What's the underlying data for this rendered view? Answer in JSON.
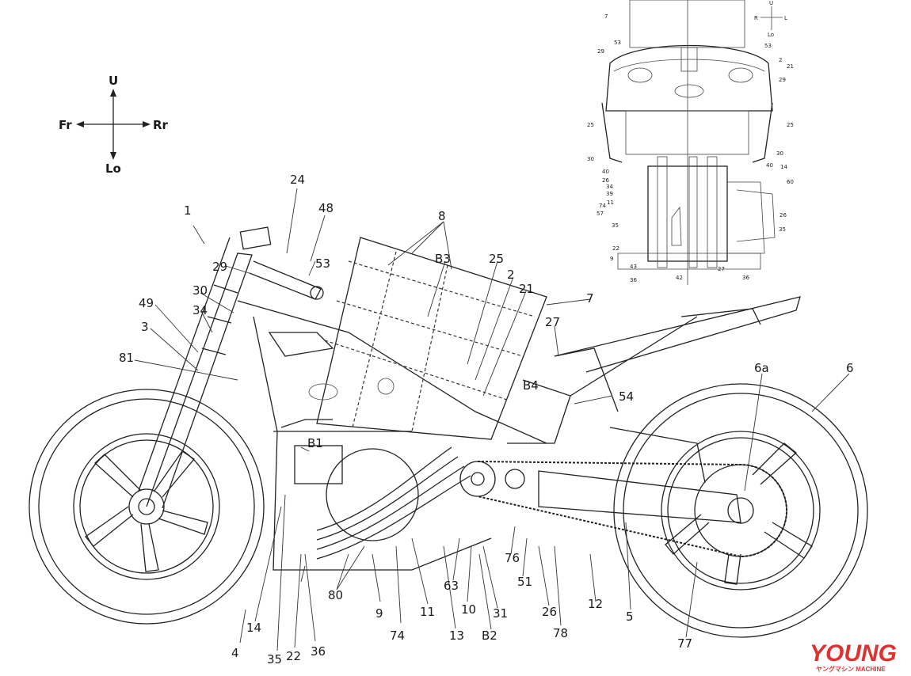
{
  "side_view": {
    "directions": {
      "up": "U",
      "down": "Lo",
      "front": "Fr",
      "rear": "Rr"
    },
    "labels": [
      "1",
      "24",
      "48",
      "29",
      "53",
      "30",
      "49",
      "34",
      "3",
      "81",
      "8",
      "B3",
      "25",
      "2",
      "21",
      "7",
      "27",
      "6a",
      "6",
      "54",
      "B4",
      "B1",
      "4",
      "14",
      "35",
      "22",
      "36",
      "80",
      "9",
      "74",
      "11",
      "13",
      "63",
      "10",
      "31",
      "B2",
      "76",
      "51",
      "26",
      "78",
      "12",
      "5",
      "77"
    ]
  },
  "front_view": {
    "directions": {
      "up": "U",
      "down": "Lo",
      "left": "R",
      "right": "L"
    },
    "labels": [
      "7",
      "53",
      "53",
      "29",
      "2",
      "21",
      "29",
      "25",
      "25",
      "30",
      "30",
      "40",
      "40",
      "14",
      "26",
      "34",
      "39",
      "60",
      "11",
      "74",
      "26",
      "57",
      "35",
      "35",
      "22",
      "9",
      "43",
      "27",
      "36",
      "42",
      "36"
    ]
  },
  "watermark": {
    "main": "YOUNG",
    "sub": "ヤングマシン MACHINE"
  }
}
